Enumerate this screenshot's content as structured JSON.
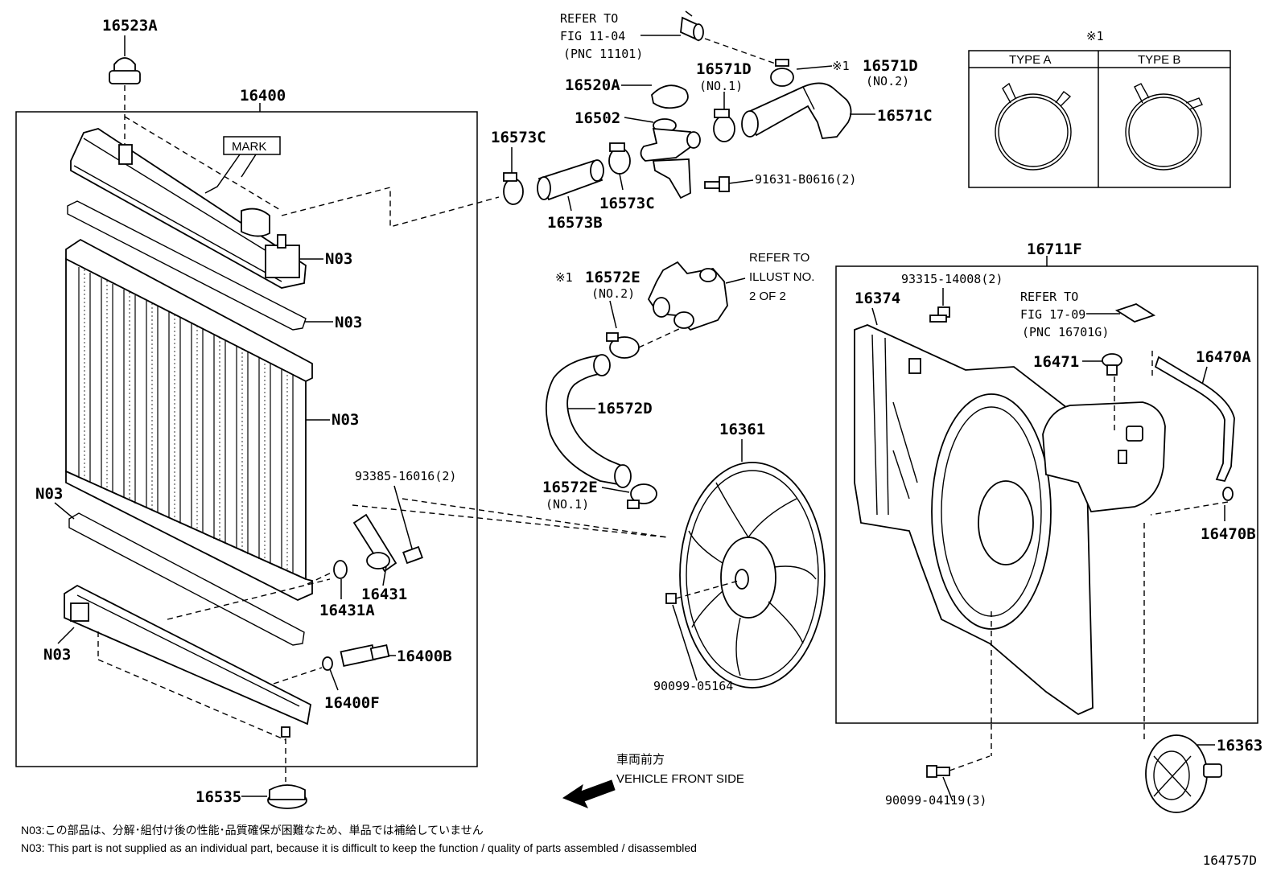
{
  "figure_code": "164757D",
  "labels": {
    "p16523A": "16523A",
    "p16400": "16400",
    "mark": "MARK",
    "n03_a": "N03",
    "n03_b": "N03",
    "n03_c": "N03",
    "n03_d": "N03",
    "n03_e": "N03",
    "p93385": "93385-16016(2)",
    "p16431": "16431",
    "p16431A": "16431A",
    "p16400B": "16400B",
    "p16400F": "16400F",
    "p16535": "16535",
    "refer1_l1": "REFER TO",
    "refer1_l2": "FIG 11-04",
    "refer1_l3": "(PNC 11101)",
    "p16520A": "16520A",
    "p16502": "16502",
    "p16573C_a": "16573C",
    "p16573C_b": "16573C",
    "p16573B": "16573B",
    "p16571D_a": "16571D",
    "p16571D_a_no": "(NO.1)",
    "p16571D_b_mark": "※1",
    "p16571D_b": "16571D",
    "p16571D_b_no": "(NO.2)",
    "p16571C": "16571C",
    "p91631": "91631-B0616(2)",
    "p16572E_a_mark": "※1",
    "p16572E_a": "16572E",
    "p16572E_a_no": "(NO.2)",
    "refer2_l1": "REFER TO",
    "refer2_l2": "ILLUST NO.",
    "refer2_l3": "2 OF 2",
    "p16572D": "16572D",
    "p16572E_b": "16572E",
    "p16572E_b_no": "(NO.1)",
    "p16361": "16361",
    "p90099_05164": "90099-05164",
    "direction_jp": "車両前方",
    "direction_en": "VEHICLE FRONT SIDE",
    "p16711F": "16711F",
    "p93315": "93315-14008(2)",
    "p16374": "16374",
    "refer3_l1": "REFER TO",
    "refer3_l2": "FIG 17-09",
    "refer3_l3": "(PNC 16701G)",
    "p16471": "16471",
    "p16470A": "16470A",
    "p16470B": "16470B",
    "p90099_04119": "90099-04119(3)",
    "p16363": "16363",
    "clamp_mark": "※1",
    "type_a": "TYPE A",
    "type_b": "TYPE B"
  },
  "notes": {
    "jp": "N03:この部品は、分解･組付け後の性能･品質確保が困難なため、単品では補給していません",
    "en": "N03: This part is not supplied as an individual part, because it is difficult to keep the function / quality of parts assembled / disassembled"
  }
}
